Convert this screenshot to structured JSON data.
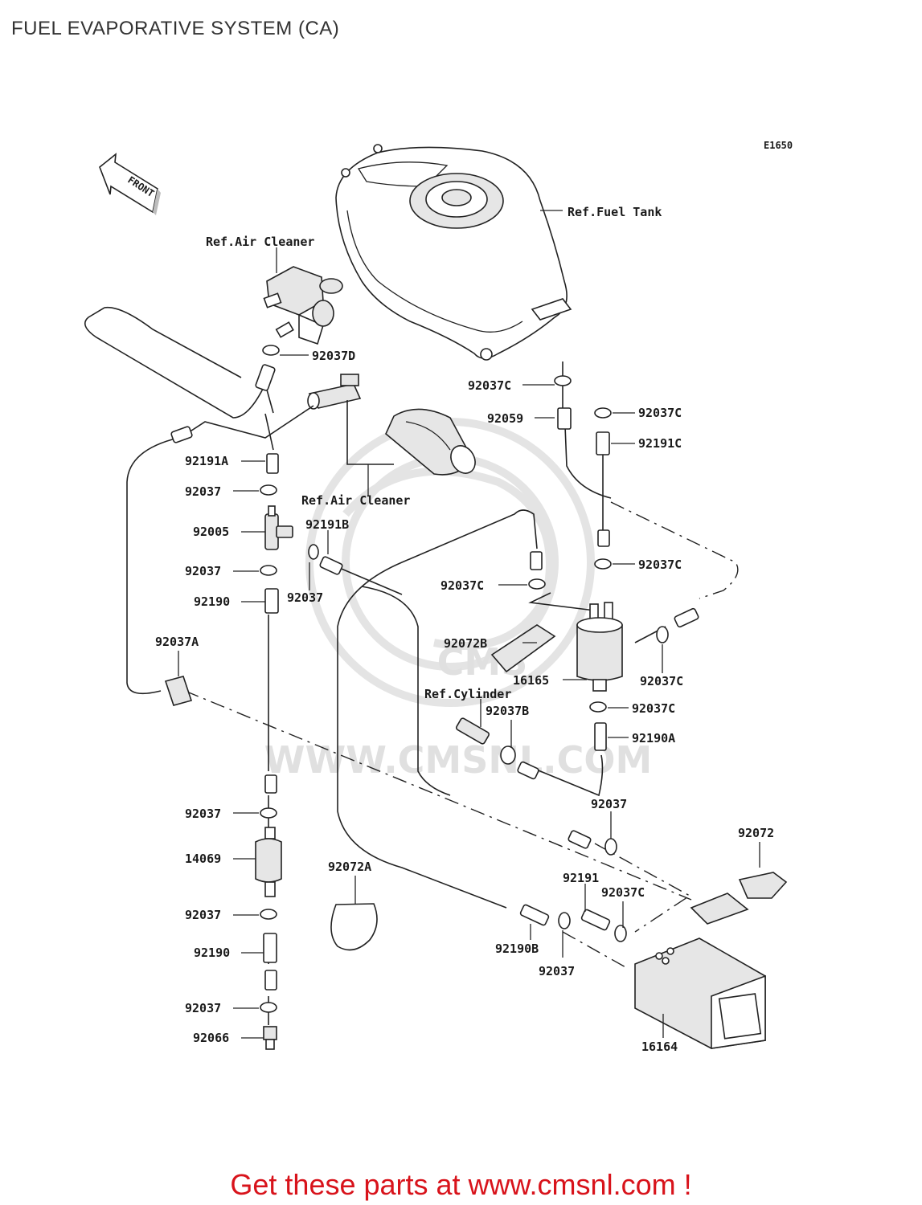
{
  "title": "FUEL EVAPORATIVE SYSTEM (CA)",
  "diagram_code": "E1650",
  "front_label": "FRONT",
  "watermark": "WWW.CMSNL.COM",
  "footer": "Get these parts at www.cmsnl.com !",
  "labels": {
    "ref_fuel_tank": "Ref.Fuel Tank",
    "ref_air_cleaner_top": "Ref.Air Cleaner",
    "ref_air_cleaner_mid": "Ref.Air Cleaner",
    "ref_cylinder": "Ref.Cylinder",
    "p92037D": "92037D",
    "p92037C_a": "92037C",
    "p92059": "92059",
    "p92037C_b": "92037C",
    "p92191C": "92191C",
    "p92191A": "92191A",
    "p92037_a": "92037",
    "p92005": "92005",
    "p92191B": "92191B",
    "p92037_b": "92037",
    "p92037_c": "92037",
    "p92190_a": "92190",
    "p92037C_c": "92037C",
    "p92037C_d": "92037C",
    "p92037A": "92037A",
    "p92072B": "92072B",
    "p16165": "16165",
    "p92037C_e": "92037C",
    "p92037B": "92037B",
    "p92037C_f": "92037C",
    "p92190A": "92190A",
    "p92037_d": "92037",
    "p92037_e": "92037",
    "p92072": "92072",
    "p14069": "14069",
    "p92072A": "92072A",
    "p92191": "92191",
    "p92037C_g": "92037C",
    "p92037_f": "92037",
    "p92190B": "92190B",
    "p92190_b": "92190",
    "p92037_g": "92037",
    "p92037_h": "92037",
    "p92066": "92066",
    "p16164": "16164"
  }
}
